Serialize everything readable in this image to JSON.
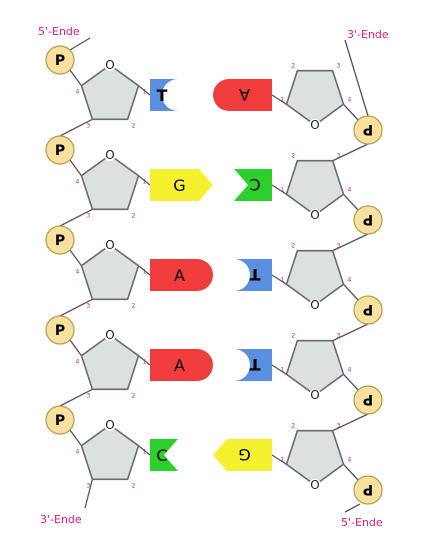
{
  "labels": {
    "five_prime_left": "5'-Ende",
    "three_prime_right": "3'-Ende",
    "three_prime_left": "3'-Ende",
    "five_prime_right": "5'-Ende"
  },
  "phosphate_label": "P",
  "oxygen_label": "O",
  "carbon_numbers": [
    "1",
    "2",
    "3",
    "4",
    "5"
  ],
  "colors": {
    "A": "#f03c3c",
    "T": "#5b8fe0",
    "G": "#f5f030",
    "C": "#2dcf2d",
    "sugar_fill": "#dde0e0",
    "sugar_stroke": "#6b6b6b",
    "phosphate_fill": "#f7e1a0",
    "label_color": "#e0197d"
  },
  "base_pairs": [
    {
      "left": "T",
      "right": "A"
    },
    {
      "left": "G",
      "right": "C"
    },
    {
      "left": "A",
      "right": "T"
    },
    {
      "left": "A",
      "right": "T"
    },
    {
      "left": "C",
      "right": "G"
    }
  ]
}
